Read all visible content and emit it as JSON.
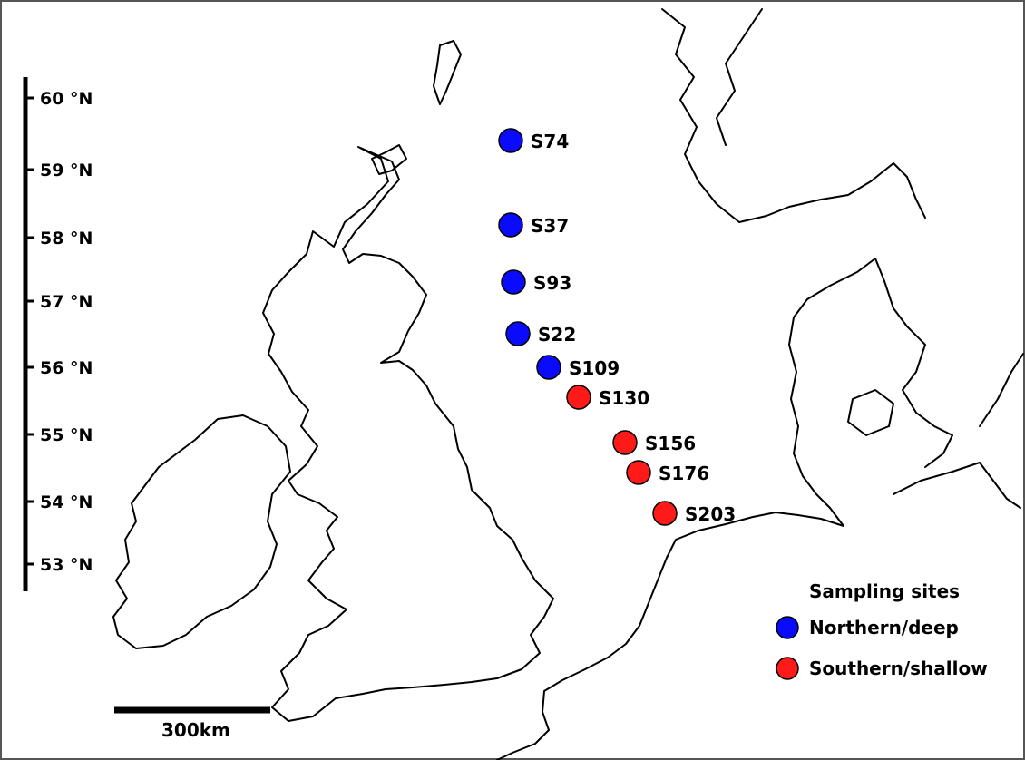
{
  "latitude_axis": {
    "ticks": [
      "60 °N",
      "59 °N",
      "58 °N",
      "57 °N",
      "56 °N",
      "55 °N",
      "54 °N",
      "53 °N"
    ]
  },
  "sites": [
    {
      "name": "S74",
      "group": "north"
    },
    {
      "name": "S37",
      "group": "north"
    },
    {
      "name": "S93",
      "group": "north"
    },
    {
      "name": "S22",
      "group": "north"
    },
    {
      "name": "S109",
      "group": "north"
    },
    {
      "name": "S130",
      "group": "south"
    },
    {
      "name": "S156",
      "group": "south"
    },
    {
      "name": "S176",
      "group": "south"
    },
    {
      "name": "S203",
      "group": "south"
    }
  ],
  "legend": {
    "title": "Sampling sites",
    "items": [
      {
        "label": "Northern/deep",
        "color": "#0a0aff"
      },
      {
        "label": "Southern/shallow",
        "color": "#ff1a1a"
      }
    ]
  },
  "scale_bar": {
    "label": "300km"
  },
  "colors": {
    "north": "#0a0aff",
    "south": "#ff1a1a",
    "outline": "#000000"
  }
}
